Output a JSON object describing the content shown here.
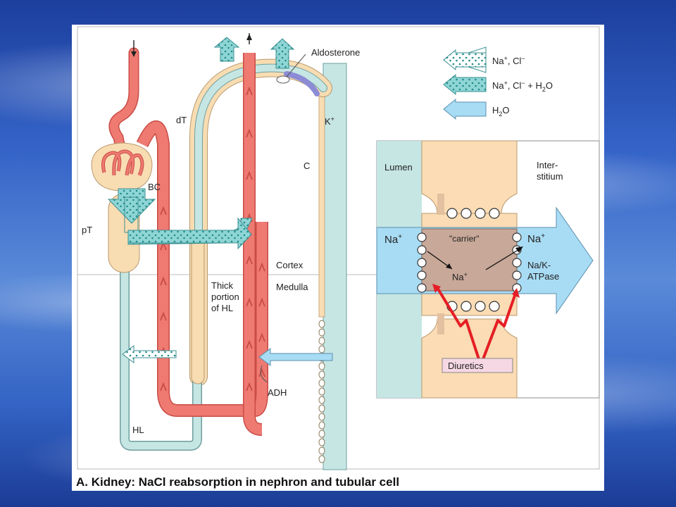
{
  "labels": {
    "aldosterone": "Aldosterone",
    "dt": "dT",
    "kplus": "K",
    "kplus_sup": "+",
    "c": "C",
    "bc": "BC",
    "pt": "pT",
    "cortex": "Cortex",
    "medulla": "Medulla",
    "thick_line1": "Thick",
    "thick_line2": "portion",
    "thick_line3": "of HL",
    "adh": "ADH",
    "hl": "HL"
  },
  "legend": {
    "item1_na": "Na",
    "item1_rest": ", Cl",
    "item2_na": "Na",
    "item2_rest": ", Cl",
    "item2_water": " + H",
    "item2_o": "O",
    "item3_h": "H",
    "item3_o": "O",
    "sub2": "2",
    "plus": "+",
    "minus": "−"
  },
  "cell": {
    "lumen": "Lumen",
    "interstitium1": "Inter-",
    "interstitium2": "stitium",
    "na_left": "Na",
    "na_mid": "Na",
    "na_right": "Na",
    "plus": "+",
    "carrier": "\"carrier\"",
    "pump1": "Na/K-",
    "pump2": "ATPase",
    "diuretics": "Diuretics"
  },
  "caption": "A. Kidney: NaCl reabsorption in nephron and tubular cell",
  "colors": {
    "red_tubule": "#ee7a72",
    "red_stroke": "#c94c45",
    "blue_tubule": "#c6e6e4",
    "beige_tubule": "#f8dcb2",
    "water_arrow": "#a8dcf4",
    "salt_arrow": "#8fd5d6",
    "salt_dots": "#1f8d88",
    "cell_beige": "#fbdcb4",
    "carrier_fill": "#c8a898",
    "diuretic_red": "#e51e25"
  }
}
